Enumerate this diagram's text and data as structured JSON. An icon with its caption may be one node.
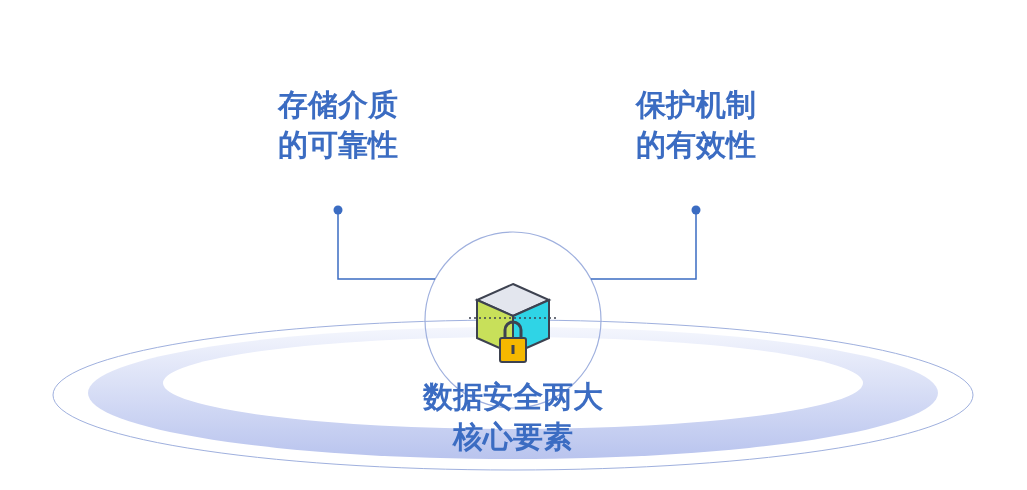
{
  "diagram": {
    "nodes": [
      {
        "text": [
          "存储介质的可靠性"
        ]
      },
      {
        "text": [
          "保护机制的有效性"
        ]
      },
      {
        "text": [
          "数据安全两大核心要素"
        ]
      }
    ],
    "edges": [
      {
        "from": 0,
        "to": 2,
        "arrow": "other"
      },
      {
        "from": 1,
        "to": 2,
        "arrow": "other"
      }
    ]
  }
}
